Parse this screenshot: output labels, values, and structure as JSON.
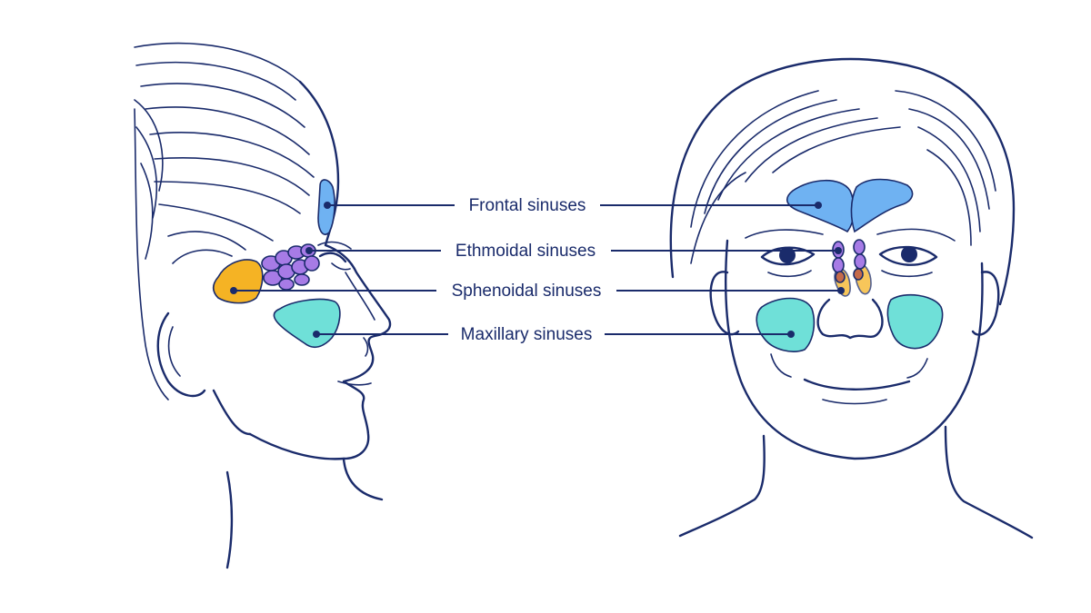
{
  "colors": {
    "line": "#1a2b6b",
    "frontal": "#6fb2f2",
    "ethmoidal": "#a77be6",
    "sphenoidal": "#f5b324",
    "maxillary": "#6fe0d8",
    "background": "#ffffff"
  },
  "labels": {
    "frontal": "Frontal sinuses",
    "ethmoidal": "Ethmoidal sinuses",
    "sphenoidal": "Sphenoidal sinuses",
    "maxillary": "Maxillary sinuses"
  }
}
